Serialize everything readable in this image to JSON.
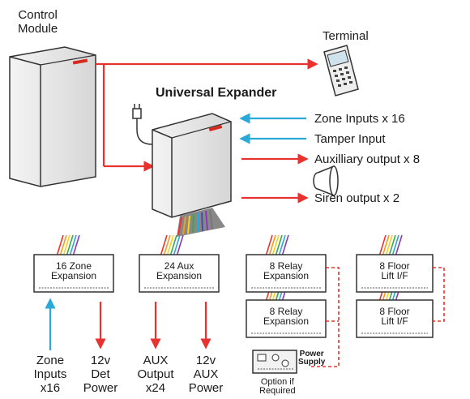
{
  "colors": {
    "red_arrow": "#e8322f",
    "blue_arrow": "#2aa8d8",
    "dashed_link": "#e8322f"
  },
  "control_module": {
    "line1": "Control",
    "line2": "Module"
  },
  "terminal": {
    "label": "Terminal"
  },
  "universal_expander": {
    "label": "Universal Expander"
  },
  "expander_io": {
    "zone_inputs": "Zone Inputs x 16",
    "tamper_input": "Tamper Input",
    "aux_output": "Auxilliary output x 8",
    "siren_output": "Siren output x 2"
  },
  "modules": {
    "zone_expansion": {
      "line1": "16 Zone",
      "line2": "Expansion"
    },
    "aux_expansion": {
      "line1": "24 Aux",
      "line2": "Expansion"
    },
    "relay_expansion_1": {
      "line1": "8 Relay",
      "line2": "Expansion"
    },
    "relay_expansion_2": {
      "line1": "8 Relay",
      "line2": "Expansion"
    },
    "floor_lift_1": {
      "line1": "8 Floor",
      "line2": "Lift I/F"
    },
    "floor_lift_2": {
      "line1": "8 Floor",
      "line2": "Lift I/F"
    }
  },
  "power_supply": {
    "line1": "Power",
    "line2": "Supply",
    "option_line1": "Option if",
    "option_line2": "Required"
  },
  "bottom_labels": {
    "zone_inputs": {
      "line1": "Zone",
      "line2": "Inputs",
      "line3": "x16"
    },
    "det_power": {
      "line1": "12v",
      "line2": "Det",
      "line3": "Power"
    },
    "aux_output": {
      "line1": "AUX",
      "line2": "Output",
      "line3": "x24"
    },
    "aux_power": {
      "line1": "12v",
      "line2": "AUX",
      "line3": "Power"
    }
  },
  "icons": [
    "control-module-icon",
    "terminal-keypad-icon",
    "power-plug-icon",
    "expander-enclosure-icon",
    "siren-speaker-icon",
    "ribbon-cable-icon",
    "power-supply-board-icon"
  ]
}
